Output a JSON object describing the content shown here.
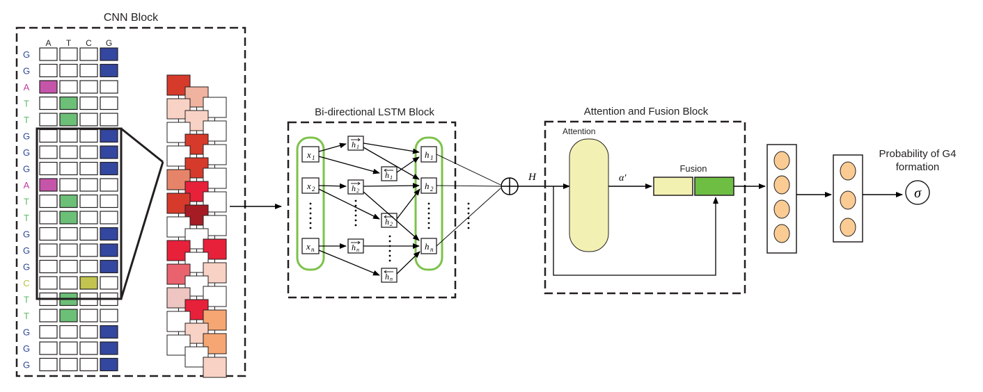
{
  "cnn": {
    "title": "CNN Block",
    "headers": [
      "A",
      "T",
      "C",
      "G"
    ],
    "sequence": [
      "G",
      "G",
      "A",
      "T",
      "T",
      "G",
      "G",
      "G",
      "A",
      "T",
      "T",
      "G",
      "G",
      "G",
      "C",
      "T",
      "T",
      "G",
      "G",
      "G"
    ],
    "base_colors": {
      "A": "#c23b9e",
      "T": "#5fb968",
      "C": "#b8c23f",
      "G": "#2e4796"
    },
    "cell_colors": {
      "A": "#c555a8",
      "T": "#6bbf76",
      "C": "#c2c44f",
      "G": "#3447a0"
    },
    "feature_map_colors": [
      "#d63a2b",
      "#f0b3a0",
      "#ffffff",
      "#f8d2c5",
      "#f8d2c5",
      "#ffffff",
      "#ffffff",
      "#d63a2b",
      "#ffffff",
      "#ffffff",
      "#d63a2b",
      "#ffffff",
      "#e6846a",
      "#e8213b",
      "#ffffff",
      "#d63a2b",
      "#a51c24",
      "#ffffff",
      "#ffffff",
      "#ffffff",
      "#e8213b",
      "#e8213b",
      "#ffffff",
      "#f8d2c5",
      "#e8636e",
      "#ffffff",
      "#ffffff",
      "#eec5c0",
      "#e8213b",
      "#f6a673",
      "#ffffff",
      "#f8d2c5",
      "#f6a673",
      "#ffffff",
      "#ffffff",
      "#f8d2c5"
    ]
  },
  "lstm": {
    "title": "Bi-directional LSTM Block",
    "inputs": [
      "x1",
      "x2",
      "xn"
    ],
    "forward": [
      "h1",
      "h2",
      "hn"
    ],
    "backward": [
      "h1",
      "h2",
      "hn"
    ],
    "outputs": [
      "h1",
      "h2",
      "hn"
    ]
  },
  "attention": {
    "title": "Attention and Fusion Block",
    "attention_label": "Attention",
    "fusion_label": "Fusion",
    "alpha_label": "α′",
    "h_label": "H",
    "attention_color": "#f2f1b3",
    "fusion_left_color": "#f3f1b2",
    "fusion_right_color": "#6fbe44"
  },
  "output": {
    "label_line1": "Probability of G4",
    "label_line2": "formation",
    "sigma": "σ",
    "neuron_color": "#fbcb94",
    "green_outline": "#7dc24b"
  }
}
